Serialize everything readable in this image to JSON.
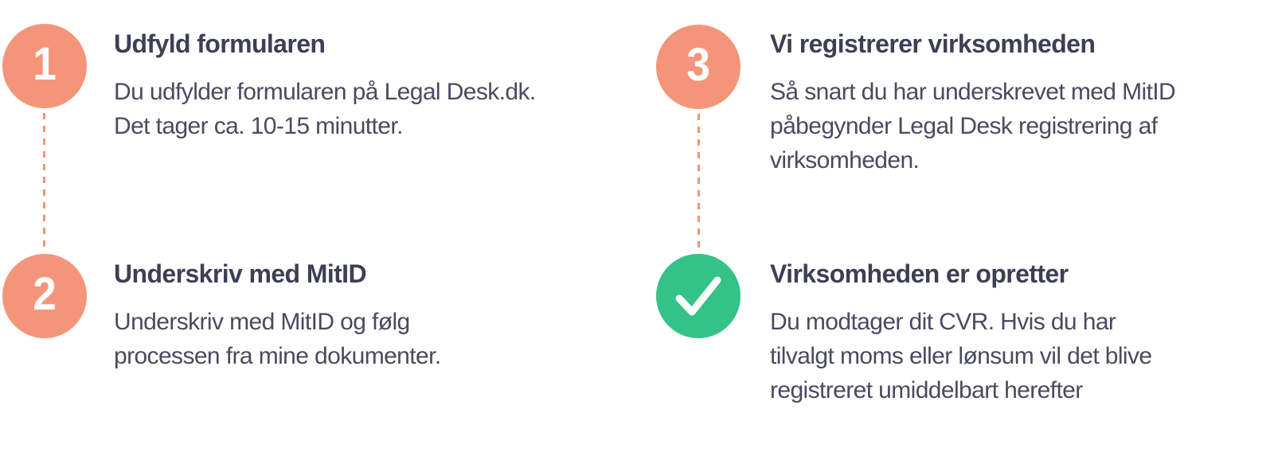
{
  "colors": {
    "coral": "#F4957A",
    "green": "#34C289",
    "dash_line": "#EE9574",
    "title_text": "#3E3E54",
    "body_text": "#4A4A60",
    "marker_glyph": "#FFFFFF",
    "background": "#FFFFFF"
  },
  "icons": {
    "checkmark": "✓"
  },
  "steps": [
    {
      "marker": {
        "type": "number",
        "label": "1"
      },
      "title": "Udfyld formularen",
      "body_lines": [
        "Du udfylder formularen på Legal Desk.dk.",
        "Det tager ca. 10-15 minutter."
      ]
    },
    {
      "marker": {
        "type": "number",
        "label": "2"
      },
      "title": "Underskriv med MitID",
      "body_lines": [
        "Underskriv med MitID og følg",
        "processen fra mine dokumenter."
      ]
    },
    {
      "marker": {
        "type": "number",
        "label": "3"
      },
      "title": "Vi registrerer virksomheden",
      "body_lines": [
        "Så snart du har underskrevet med MitID",
        "påbegynder Legal Desk registrering af",
        "virksomheden."
      ]
    },
    {
      "marker": {
        "type": "check",
        "label": "✓"
      },
      "title": "Virksomheden er opretter",
      "body_lines": [
        "Du modtager dit CVR. Hvis du har",
        "tilvalgt moms eller lønsum vil det blive",
        "registreret umiddelbart herefter"
      ]
    }
  ]
}
